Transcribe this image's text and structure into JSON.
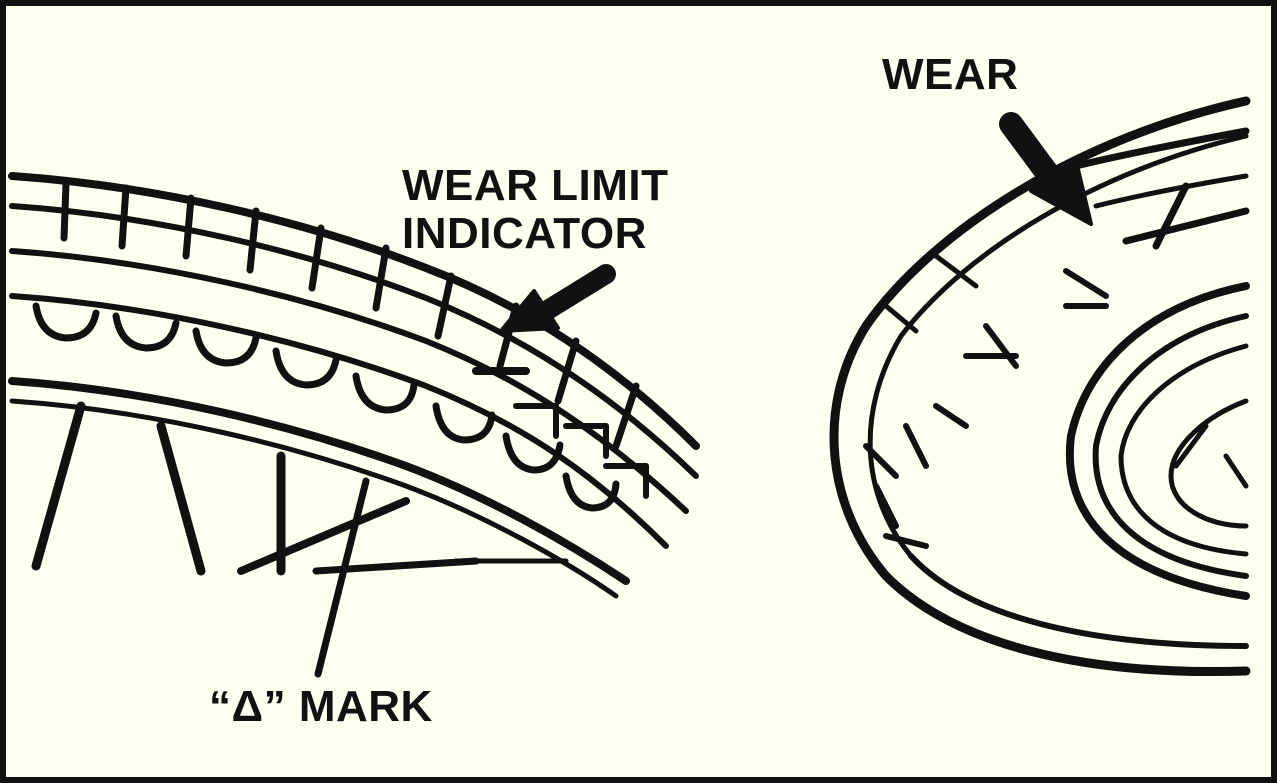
{
  "labels": {
    "wear": "WEAR",
    "wear_limit_indicator_line1": "WEAR LIMIT",
    "wear_limit_indicator_line2": "INDICATOR",
    "delta_mark": "“Δ” MARK"
  },
  "colors": {
    "ink": "#111111",
    "paper": "#fffff0"
  }
}
